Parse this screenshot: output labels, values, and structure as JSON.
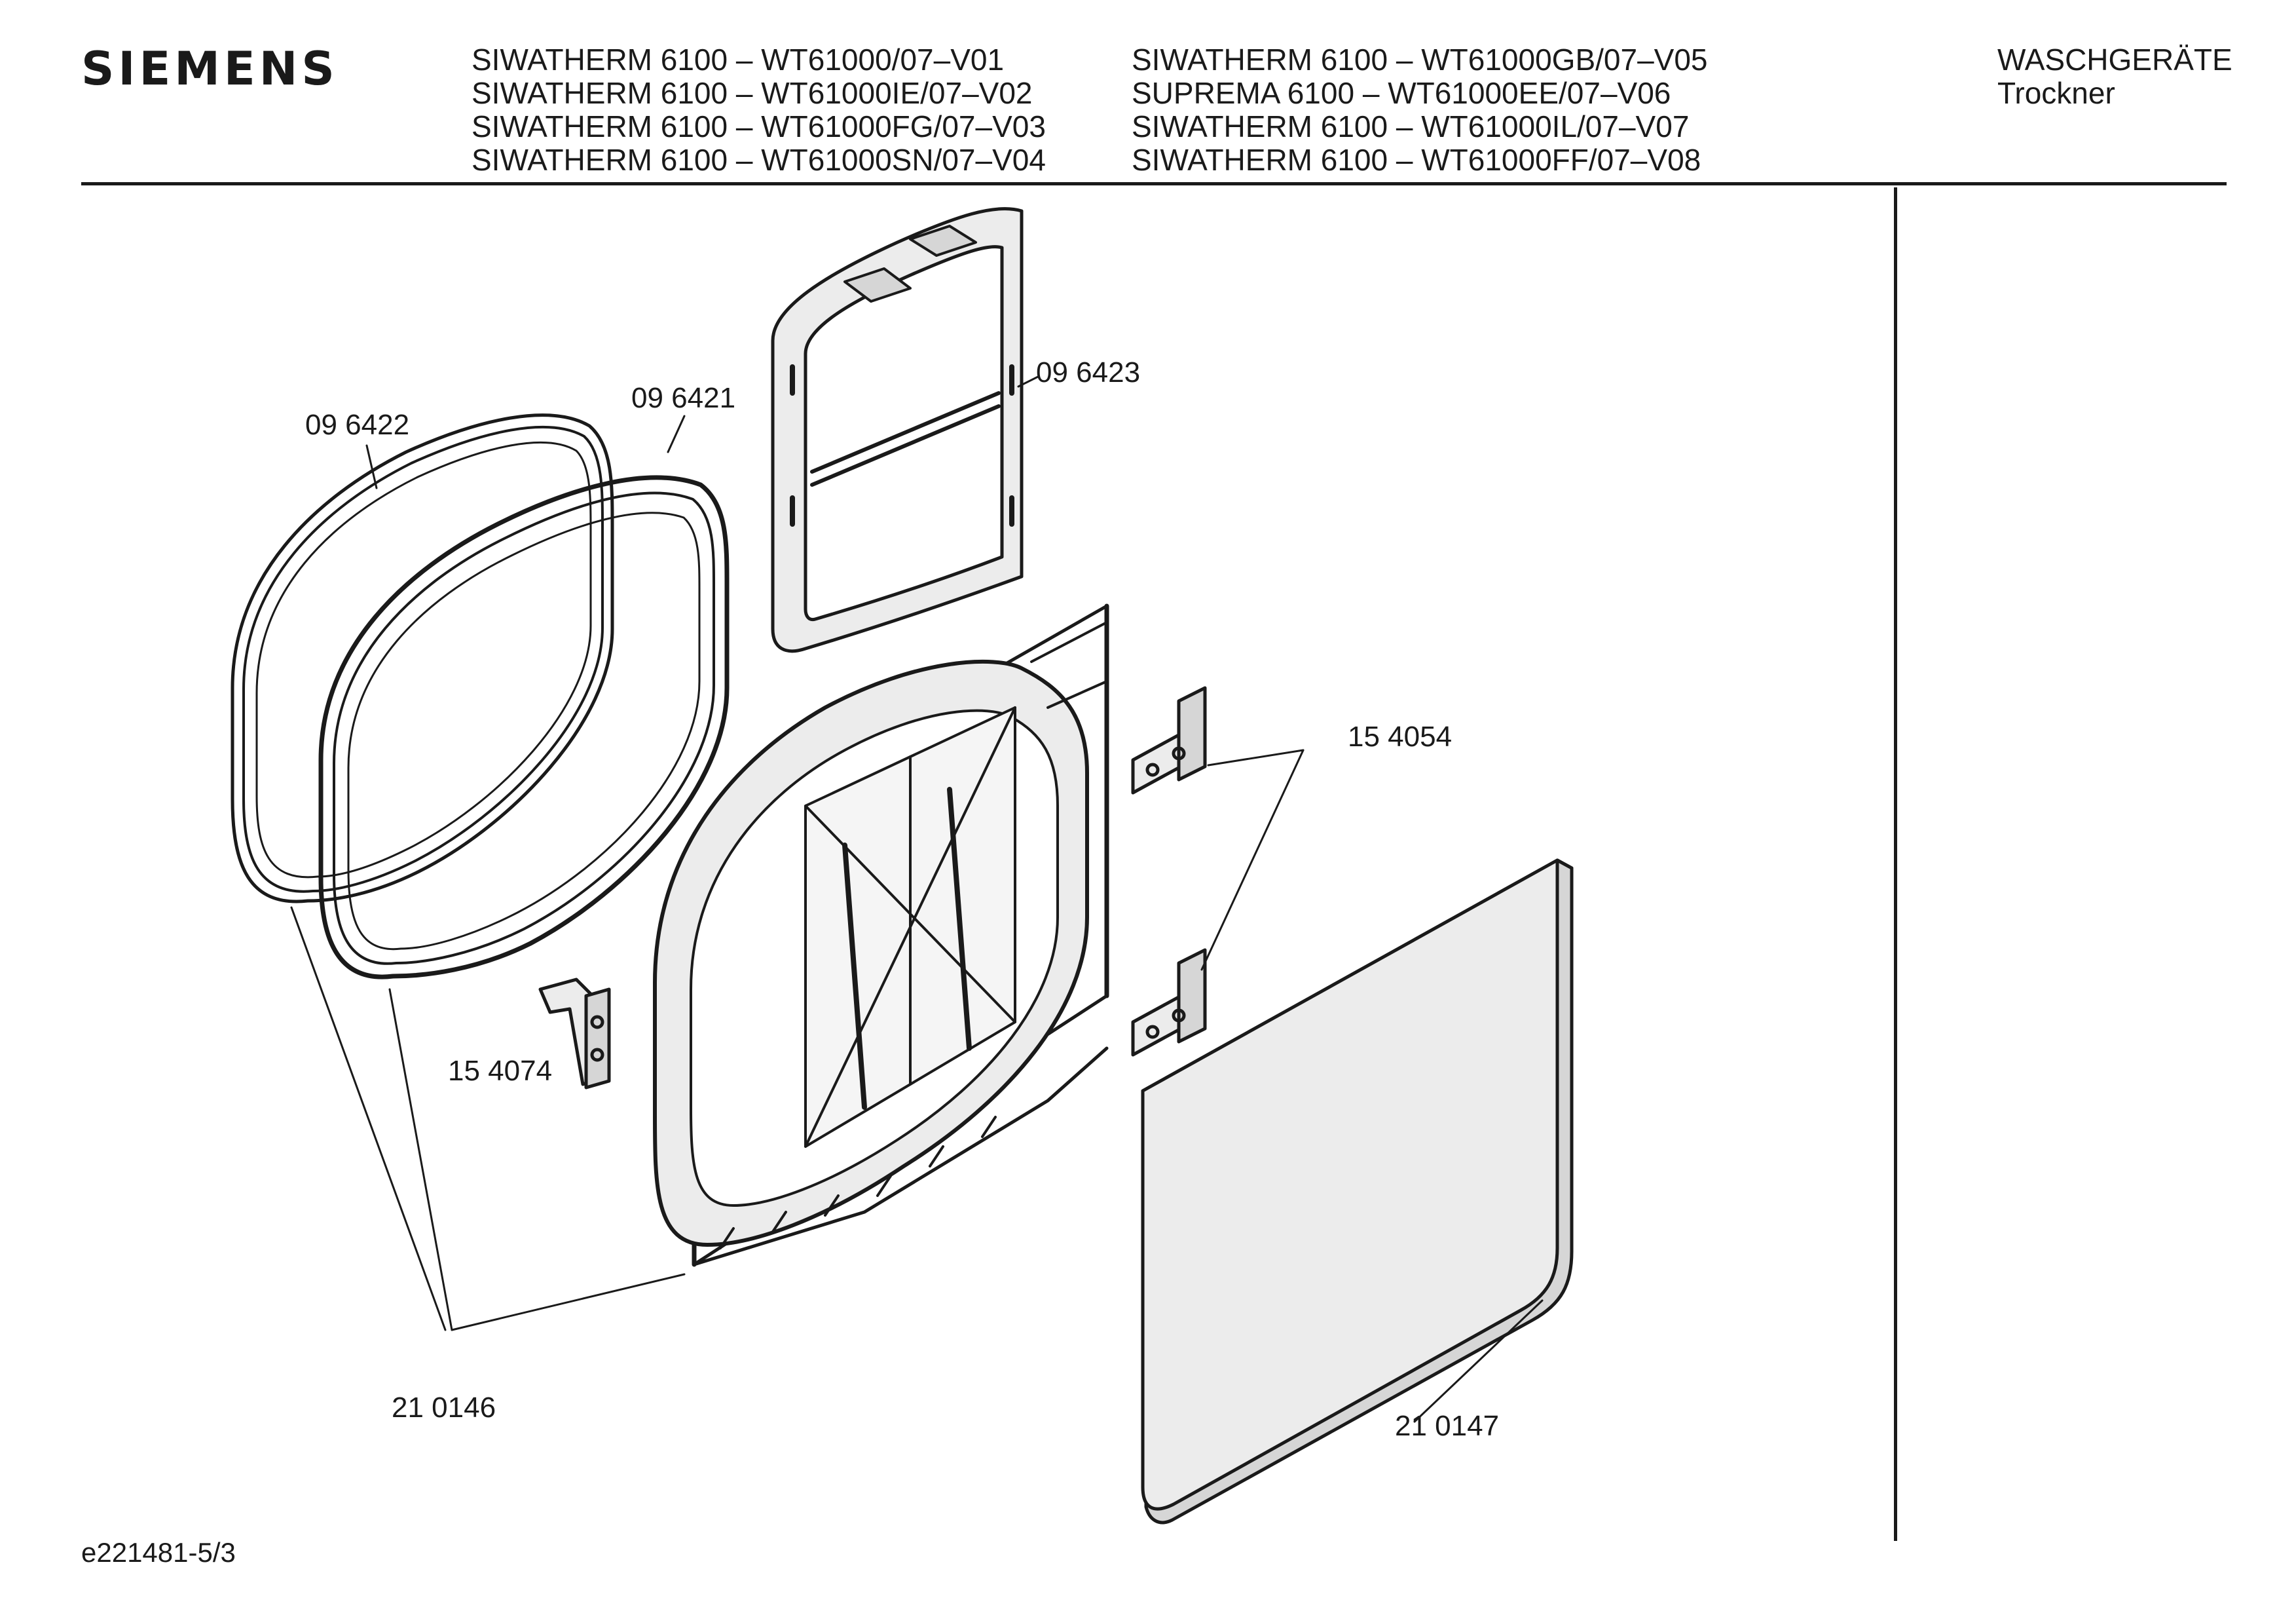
{
  "header": {
    "brand": "SIEMENS",
    "models_left": [
      "SIWATHERM 6100 – WT61000/07–V01",
      "SIWATHERM 6100 – WT61000IE/07–V02",
      "SIWATHERM 6100 – WT61000FG/07–V03",
      "SIWATHERM 6100 – WT61000SN/07–V04"
    ],
    "models_right": [
      "SIWATHERM 6100 – WT61000GB/07–V05",
      "SUPREMA 6100 – WT61000EE/07–V06",
      "SIWATHERM 6100 – WT61000IL/07–V07",
      "SIWATHERM 6100 – WT61000FF/07–V08"
    ],
    "category": "WASCHGERÄTE",
    "subcategory": "Trockner"
  },
  "parts": {
    "seal_outer": "09 6422",
    "seal_inner": "09 6421",
    "fluff_filter": "09 6423",
    "hinge": "15 4054",
    "door_catch": "15 4074",
    "door_frame": "21 0146",
    "door_panel": "21 0147"
  },
  "footer": {
    "doc_id": "e221481-5/3"
  },
  "colors": {
    "line": "#1a1a1a",
    "part_fill": "#ececec",
    "part_shade": "#d6d6d6",
    "background": "#ffffff"
  }
}
